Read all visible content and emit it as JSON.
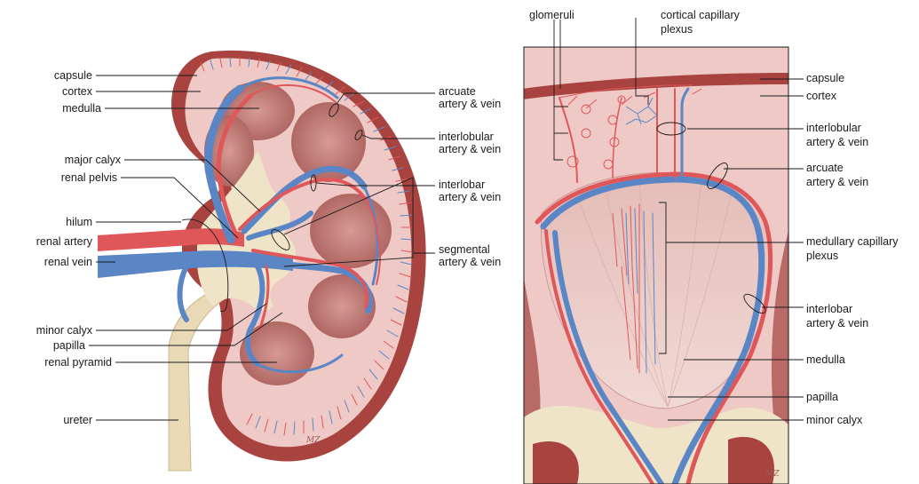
{
  "left_panel": {
    "labels": {
      "capsule": "capsule",
      "cortex": "cortex",
      "medulla": "medulla",
      "major_calyx": "major calyx",
      "renal_pelvis": "renal pelvis",
      "hilum": "hilum",
      "renal_artery": "renal artery",
      "renal_vein": "renal vein",
      "minor_calyx": "minor calyx",
      "papilla": "papilla",
      "renal_pyramid": "renal pyramid",
      "ureter": "ureter",
      "arcuate_1": "arcuate",
      "arcuate_2": "artery & vein",
      "interlobular_1": "interlobular",
      "interlobular_2": "artery & vein",
      "interlobar_1": "interlobar",
      "interlobar_2": "artery & vein",
      "segmental_1": "segmental",
      "segmental_2": "artery & vein"
    }
  },
  "right_panel": {
    "labels": {
      "glomeruli": "glomeruli",
      "cortical_cap_1": "cortical capillary",
      "cortical_cap_2": "plexus",
      "capsule": "capsule",
      "cortex": "cortex",
      "interlobular_1": "interlobular",
      "interlobular_2": "artery & vein",
      "arcuate_1": "arcuate",
      "arcuate_2": "artery & vein",
      "medullary_cap_1": "medullary capillary",
      "medullary_cap_2": "plexus",
      "interlobar_1": "interlobar",
      "interlobar_2": "artery & vein",
      "medulla": "medulla",
      "papilla": "papilla",
      "minor_calyx": "minor calyx"
    }
  },
  "signature": "MZ",
  "colors": {
    "artery": "#e0575a",
    "vein": "#5b86c6",
    "capsule": "#a8433f",
    "cortex": "#efc9c5",
    "pyramid": "#b96a66",
    "pelvis": "#efe3c8",
    "ureter": "#e9d9b6"
  }
}
